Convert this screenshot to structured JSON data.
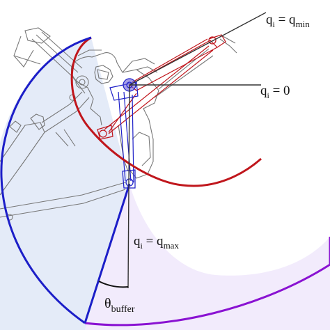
{
  "colors": {
    "red": "#c0161c",
    "blue": "#1c1ec8",
    "purple": "#8a12d2",
    "blue_fill": "#dbe4f6",
    "purple_fill": "#efe6fb",
    "gray": "#555555"
  },
  "labels": {
    "q_min": {
      "q": "q",
      "sub_i": "i",
      "eq": " = q",
      "sub": "min"
    },
    "q_zero": {
      "q": "q",
      "sub_i": "i",
      "eq": " = 0"
    },
    "q_max": {
      "q": "q",
      "sub_i": "i",
      "eq": " = q",
      "sub": "max"
    },
    "theta_buffer": {
      "theta": "θ",
      "sub": "buffer"
    }
  }
}
